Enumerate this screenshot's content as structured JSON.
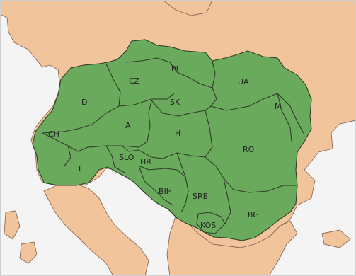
{
  "map": {
    "colors": {
      "highlighted_region": "#6aaa5c",
      "surrounding_land": "#f2c49b",
      "sea": "#f4f4f4",
      "borders": "#2f3b2a"
    },
    "countries": [
      {
        "id": "d",
        "label": "D"
      },
      {
        "id": "pl",
        "label": "PL"
      },
      {
        "id": "cz",
        "label": "CZ"
      },
      {
        "id": "ua",
        "label": "UA"
      },
      {
        "id": "sk",
        "label": "SK"
      },
      {
        "id": "m",
        "label": "M"
      },
      {
        "id": "ch",
        "label": "CH"
      },
      {
        "id": "a",
        "label": "A"
      },
      {
        "id": "h",
        "label": "H"
      },
      {
        "id": "ro",
        "label": "RO"
      },
      {
        "id": "slo",
        "label": "SLO"
      },
      {
        "id": "hr",
        "label": "HR"
      },
      {
        "id": "i",
        "label": "I"
      },
      {
        "id": "bih",
        "label": "BIH"
      },
      {
        "id": "srb",
        "label": "SRB"
      },
      {
        "id": "bg",
        "label": "BG"
      },
      {
        "id": "kos",
        "label": "KOS"
      }
    ]
  }
}
